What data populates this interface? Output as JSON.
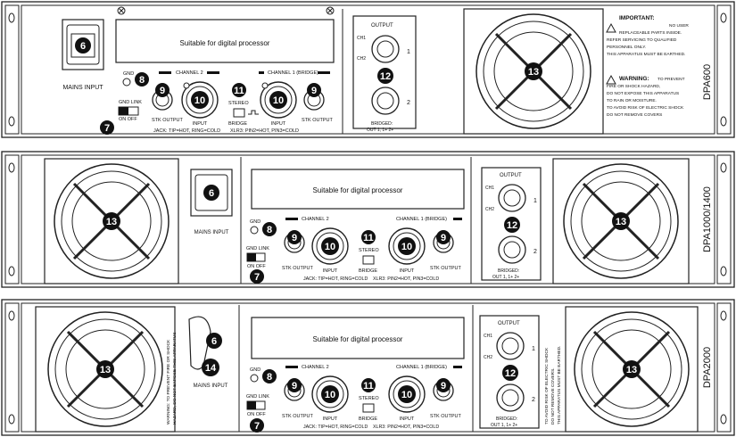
{
  "units": [
    {
      "model": "DPA600",
      "processor_label": "Suitable for digital processor",
      "mains_label": "MAINS INPUT",
      "gnd": "GND",
      "gnd_link": "GND LINK",
      "on_off": "ON  OFF",
      "channel2": "CHANNEL 2",
      "channel1": "CHANNEL 1 (BRIDGE)",
      "stereo": "STEREO",
      "bridge": "BRIDGE",
      "stk_output": "STK OUTPUT",
      "input": "INPUT",
      "jack_note": "JACK: TIP=HOT, RING=COLD",
      "xlr_note": "XLR3: PIN2=HOT, PIN3=COLD",
      "output_title": "OUTPUT",
      "ch1": "CH1",
      "ch2": "CH2",
      "bridged": "BRIDGED:",
      "bridged_out": "OUT 1, 1+ 2+",
      "important_title": "IMPORTANT:",
      "important_text": [
        "NO USER",
        "REPLACEABLE PARTS INSIDE.",
        "REFER SERVICING TO QUALIFIED",
        "PERSONNEL ONLY.",
        "THIS APPARATUS MUST BE EARTHED."
      ],
      "warning_title": "WARNING:",
      "warning_text": [
        "TO PREVENT",
        "FIRE OR SHOCK HAZARD,",
        "DO NOT EXPOSE THIS APPARATUS",
        "TO RAIN OR MOISTURE.",
        "TO AVOID RISK OF ELECTRIC SHOCK",
        "DO NOT REMOVE COVERS"
      ]
    },
    {
      "model": "DPA1000/1400",
      "processor_label": "Suitable for digital processor",
      "mains_label": "MAINS INPUT",
      "gnd": "GND",
      "gnd_link": "GND LINK",
      "on_off": "ON  OFF",
      "channel2": "CHANNEL 2",
      "channel1": "CHANNEL 1 (BRIDGE)",
      "stereo": "STEREO",
      "bridge": "BRIDGE",
      "stk_output": "STK OUTPUT",
      "input": "INPUT",
      "jack_note": "JACK: TIP=HOT, RING=COLD",
      "xlr_note": "XLR3: PIN2=HOT, PIN3=COLD",
      "output_title": "OUTPUT",
      "ch1": "CH1",
      "ch2": "CH2",
      "bridged": "BRIDGED:",
      "bridged_out": "OUT 1, 1+ 2+"
    },
    {
      "model": "DPA2000",
      "processor_label": "Suitable for digital processor",
      "mains_label": "MAINS INPUT",
      "gnd": "GND",
      "gnd_link": "GND LINK",
      "on_off": "ON  OFF",
      "channel2": "CHANNEL 2",
      "channel1": "CHANNEL 1 (BRIDGE)",
      "stereo": "STEREO",
      "bridge": "BRIDGE",
      "stk_output": "STK OUTPUT",
      "input": "INPUT",
      "jack_note": "JACK: TIP=HOT, RING=COLD",
      "xlr_note": "XLR3: PIN2=HOT, PIN3=COLD",
      "output_title": "OUTPUT",
      "ch1": "CH1",
      "ch2": "CH2",
      "bridged": "BRIDGED:",
      "bridged_out": "OUT 1, 1+ 2+",
      "warning_left": [
        "WARNING: TO PREVENT FIRE OR SHOCK",
        "HAZARD, DO NOT EXPOSE THIS APPARATUS"
      ],
      "warning_right": [
        "TO AVOID RISK OF ELECTRIC SHOCK",
        "DO NOT REMOVE COVERS.",
        "THIS APPARATUS MUST BE EARTHED."
      ]
    }
  ],
  "callouts": {
    "mains": "6",
    "gnd_link": "7",
    "gnd": "8",
    "stk": "9",
    "input": "10",
    "stereo_bridge": "11",
    "output": "12",
    "fan": "13",
    "handle": "14"
  },
  "output_numbers": [
    "1",
    "2"
  ]
}
